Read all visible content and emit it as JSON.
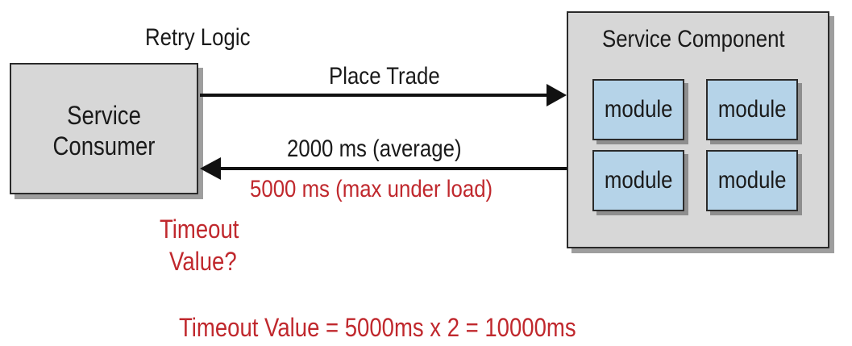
{
  "consumer": {
    "line1": "Service",
    "line2": "Consumer"
  },
  "retry_label": "Retry Logic",
  "component": {
    "title": "Service Component",
    "modules": [
      "module",
      "module",
      "module",
      "module"
    ]
  },
  "request": {
    "label": "Place Trade"
  },
  "response": {
    "avg_label": "2000 ms (average)",
    "max_label": "5000 ms (max under load)"
  },
  "timeout_question": {
    "line1": "Timeout",
    "line2": "Value?"
  },
  "formula": "Timeout Value = 5000ms x 2 = 10000ms",
  "colors": {
    "accent_red": "#c0282d",
    "box_gray": "#d7d7d7",
    "module_blue": "#b5d3e8"
  }
}
